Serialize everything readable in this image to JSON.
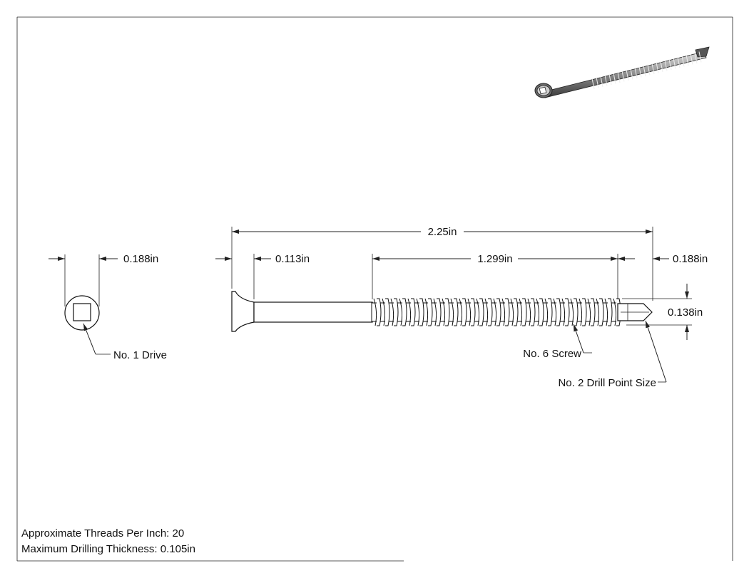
{
  "dimensions": {
    "overall_length": "2.25in",
    "head_diameter": "0.188in",
    "head_thickness": "0.113in",
    "thread_length": "1.299in",
    "point_length": "0.188in",
    "thread_diameter": "0.138in"
  },
  "callouts": {
    "drive": "No. 1 Drive",
    "screw_size": "No. 6 Screw",
    "drill_point": "No. 2 Drill Point Size"
  },
  "notes": {
    "threads_per_inch": "Approximate Threads Per Inch: 20",
    "max_drilling": "Maximum Drilling Thickness: 0.105in"
  }
}
